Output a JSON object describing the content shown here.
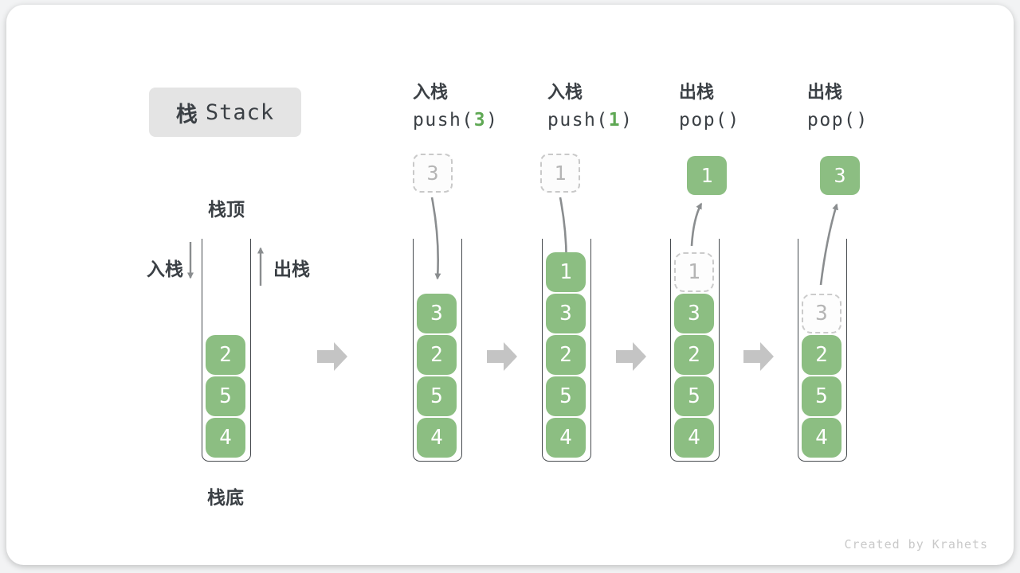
{
  "title": {
    "zh": "栈",
    "en": "Stack"
  },
  "side_labels": {
    "stack_top": "栈顶",
    "stack_bottom": "栈底",
    "push": "入栈",
    "pop": "出栈"
  },
  "operations": [
    {
      "label": "入栈",
      "code_pre": "push(",
      "code_arg": "3",
      "code_post": ")"
    },
    {
      "label": "入栈",
      "code_pre": "push(",
      "code_arg": "1",
      "code_post": ")"
    },
    {
      "label": "出栈",
      "code_pre": "pop()",
      "code_arg": "",
      "code_post": ""
    },
    {
      "label": "出栈",
      "code_pre": "pop()",
      "code_arg": "",
      "code_post": ""
    }
  ],
  "floating_boxes": [
    {
      "value": "3",
      "style": "dashed"
    },
    {
      "value": "1",
      "style": "dashed"
    },
    {
      "value": "1",
      "style": "solid"
    },
    {
      "value": "3",
      "style": "solid"
    }
  ],
  "stacks": [
    {
      "cells": [
        {
          "value": "2"
        },
        {
          "value": "5"
        },
        {
          "value": "4"
        }
      ]
    },
    {
      "cells": [
        {
          "value": "3"
        },
        {
          "value": "2"
        },
        {
          "value": "5"
        },
        {
          "value": "4"
        }
      ]
    },
    {
      "cells": [
        {
          "value": "1"
        },
        {
          "value": "3"
        },
        {
          "value": "2"
        },
        {
          "value": "5"
        },
        {
          "value": "4"
        }
      ]
    },
    {
      "cells": [
        {
          "value": "1",
          "ghost": true
        },
        {
          "value": "3"
        },
        {
          "value": "2"
        },
        {
          "value": "5"
        },
        {
          "value": "4"
        }
      ]
    },
    {
      "cells": [
        {
          "value": "3",
          "ghost": true
        },
        {
          "value": "2"
        },
        {
          "value": "5"
        },
        {
          "value": "4"
        }
      ]
    }
  ],
  "watermark": "Created by Krahets",
  "colors": {
    "cell_green": "#8CBE82",
    "code_arg_green": "#5FA854",
    "text_dark": "#3B4045",
    "arrow_gray": "#8A8D8F",
    "block_arrow_gray": "#C4C4C4",
    "ghost_border": "#CBCBCB",
    "ghost_text": "#B5B5B5",
    "title_bg": "#E4E4E4",
    "container_line": "#474B4F",
    "watermark_gray": "#C9C9C9"
  }
}
